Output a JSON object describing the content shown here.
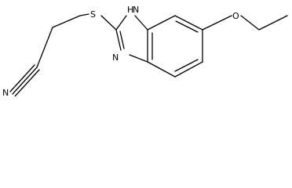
{
  "molecule": {
    "atoms": {
      "sulfur": "S",
      "nh": "H",
      "nh_n": "N",
      "ring_n": "N",
      "nitrile_n": "N",
      "oxygen": "O"
    },
    "colors": {
      "bond": "#000000",
      "text": "#000000",
      "background": "#ffffff"
    }
  }
}
